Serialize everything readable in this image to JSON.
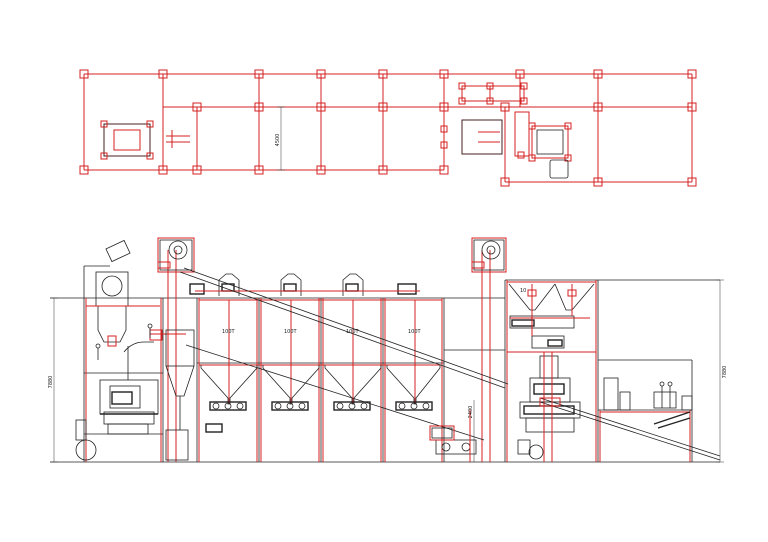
{
  "drawing": {
    "plan_dimension": "4500",
    "elevation_height_left": "7880",
    "elevation_height_right": "7880",
    "elevation_center_dimension": "2400",
    "silo_labels": [
      "100T",
      "100T",
      "100T",
      "100T"
    ],
    "right_hopper_label": "10"
  },
  "colors": {
    "structure": "#d42020",
    "equipment": "#222222",
    "background": "#ffffff"
  }
}
